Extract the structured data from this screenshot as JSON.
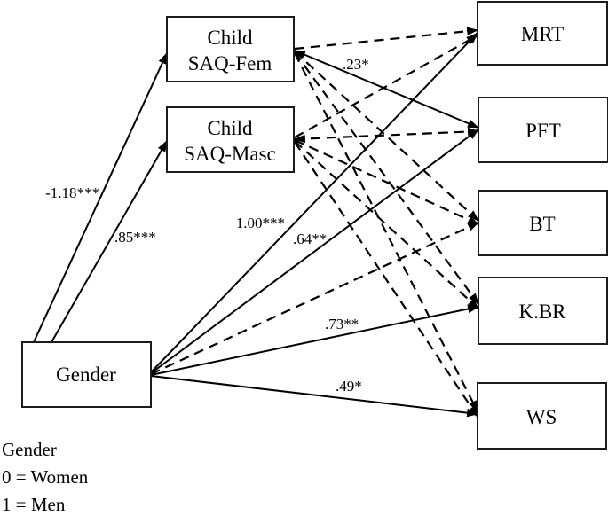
{
  "figure": {
    "type": "path-diagram",
    "description": "Structural model: Gender predicting Child SAQ-Fem and Child SAQ-Masc and five spatial tests; dashed arrows are non-significant paths"
  },
  "diagram": {
    "nodes": [
      {
        "id": "saq_fem",
        "lines": [
          "Child",
          "SAQ-Fem"
        ]
      },
      {
        "id": "saq_masc",
        "lines": [
          "Child",
          "SAQ-Masc"
        ]
      },
      {
        "id": "gender",
        "lines": [
          "Gender"
        ]
      },
      {
        "id": "mrt",
        "lines": [
          "MRT"
        ]
      },
      {
        "id": "pft",
        "lines": [
          "PFT"
        ]
      },
      {
        "id": "bt",
        "lines": [
          "BT"
        ]
      },
      {
        "id": "kbr",
        "lines": [
          "K.BR"
        ]
      },
      {
        "id": "ws",
        "lines": [
          "WS"
        ]
      }
    ],
    "edges": [
      {
        "id": "gender_saqfem",
        "from": "gender",
        "to": "saq_fem",
        "style": "solid",
        "label": "-1.18***",
        "heads": "end"
      },
      {
        "id": "gender_saqmasc",
        "from": "gender",
        "to": "saq_masc",
        "style": "solid",
        "label": ".85***",
        "heads": "end"
      },
      {
        "id": "gender_mrt",
        "from": "gender",
        "to": "mrt",
        "style": "solid",
        "label": "1.00***",
        "heads": "end"
      },
      {
        "id": "gender_pft",
        "from": "gender",
        "to": "pft",
        "style": "solid",
        "label": ".64**",
        "heads": "end"
      },
      {
        "id": "gender_bt",
        "from": "gender",
        "to": "bt",
        "style": "dashed",
        "label": "",
        "heads": "end"
      },
      {
        "id": "gender_kbr",
        "from": "gender",
        "to": "kbr",
        "style": "solid",
        "label": ".73**",
        "heads": "end"
      },
      {
        "id": "gender_ws",
        "from": "gender",
        "to": "ws",
        "style": "solid",
        "label": ".49*",
        "heads": "end"
      },
      {
        "id": "saqfem_mrt",
        "from": "saq_fem",
        "to": "mrt",
        "style": "dashed",
        "label": "",
        "heads": "end"
      },
      {
        "id": "saqfem_pft",
        "from": "saq_fem",
        "to": "pft",
        "style": "solid",
        "label": ".23*",
        "heads": "both"
      },
      {
        "id": "saqfem_bt",
        "from": "saq_fem",
        "to": "bt",
        "style": "dashed",
        "label": "",
        "heads": "end"
      },
      {
        "id": "saqfem_kbr",
        "from": "saq_fem",
        "to": "kbr",
        "style": "dashed",
        "label": "",
        "heads": "end"
      },
      {
        "id": "saqfem_ws",
        "from": "saq_fem",
        "to": "ws",
        "style": "dashed",
        "label": "",
        "heads": "end"
      },
      {
        "id": "saqmasc_mrt",
        "from": "saq_masc",
        "to": "mrt",
        "style": "dashed",
        "label": "",
        "heads": "end"
      },
      {
        "id": "saqmasc_pft",
        "from": "saq_masc",
        "to": "pft",
        "style": "dashed",
        "label": "",
        "heads": "both"
      },
      {
        "id": "saqmasc_bt",
        "from": "saq_masc",
        "to": "bt",
        "style": "dashed",
        "label": "",
        "heads": "end"
      },
      {
        "id": "saqmasc_kbr",
        "from": "saq_masc",
        "to": "kbr",
        "style": "dashed",
        "label": "",
        "heads": "end"
      },
      {
        "id": "saqmasc_ws",
        "from": "saq_masc",
        "to": "ws",
        "style": "dashed",
        "label": "",
        "heads": "end"
      }
    ]
  },
  "legend": {
    "lines": [
      "Gender",
      "0 = Women",
      "1 = Men"
    ]
  },
  "colors": {
    "line": "#000000",
    "box_border": "#1c1c1c",
    "background": "#ffffff",
    "text": "#000000"
  }
}
